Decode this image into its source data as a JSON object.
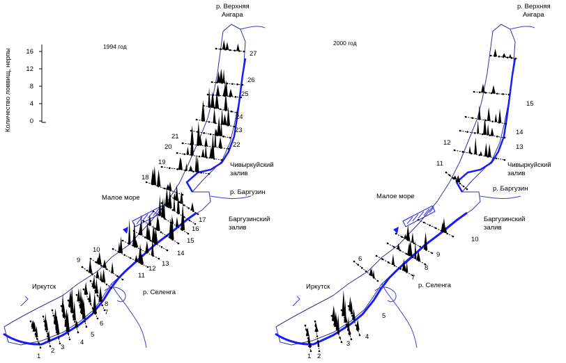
{
  "left_map": {
    "year": "1994 год",
    "labels": {
      "upper_angara": [
        "р. Верхняя",
        "Ангара"
      ],
      "chivyrkuy": [
        "Чивыркуйский",
        "залив"
      ],
      "barguzin_river": "р. Баргузин",
      "maloe_more": "Малое море",
      "barguzin_bay": [
        "Баргузинский",
        "залив"
      ],
      "irkutsk": "Иркутск",
      "selenga": "р. Селенга"
    },
    "sections": [
      "1",
      "2",
      "3",
      "4",
      "5",
      "6",
      "7",
      "8",
      "9",
      "10",
      "11",
      "12",
      "13",
      "14",
      "15",
      "16",
      "17",
      "18",
      "19",
      "20",
      "21",
      "22",
      "23",
      "24",
      "25",
      "26",
      "27"
    ]
  },
  "right_map": {
    "year": "2000 год",
    "labels": {
      "upper_angara": [
        "р. Верхняя",
        "Ангара"
      ],
      "chivyrkuy": [
        "Чивыркуйский",
        "залив"
      ],
      "barguzin_river": "р. Баргузин",
      "maloe_more": "Малое море",
      "barguzin_bay": [
        "Баргузинский",
        "залив"
      ],
      "irkutsk": "Иркутск",
      "selenga": "р. Селенга"
    },
    "sections": [
      "1",
      "2",
      "3",
      "4",
      "5",
      "6",
      "7",
      "8",
      "9",
      "10",
      "11",
      "12",
      "13",
      "14",
      "15"
    ]
  },
  "scale_axis": {
    "label": "Количество ловвищ, нерпы",
    "ticks": [
      "0",
      "4",
      "8",
      "12",
      "16"
    ]
  },
  "colors": {
    "shore": "#1a1aff",
    "river": "#3b3bd6",
    "outline": "#3030a0",
    "peaks": "#000000",
    "transect": "#000000"
  }
}
